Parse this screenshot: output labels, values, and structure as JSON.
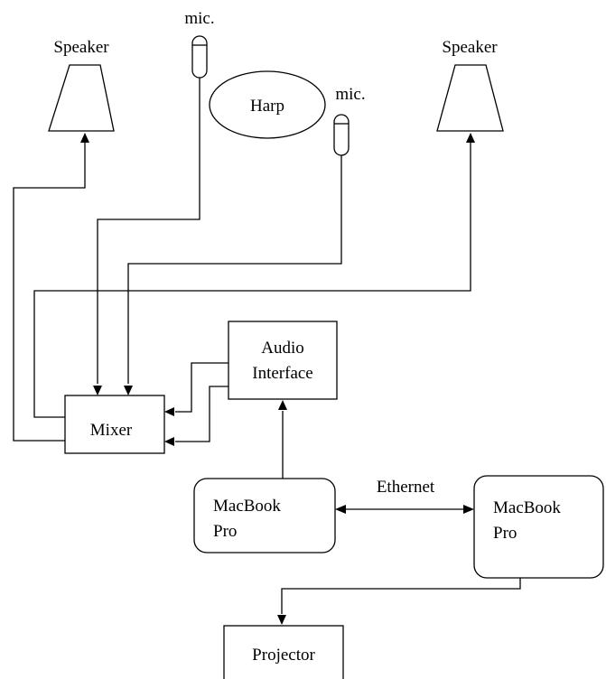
{
  "labels": {
    "speaker_left": "Speaker",
    "speaker_right": "Speaker",
    "mic_left": "mic.",
    "mic_right": "mic.",
    "harp": "Harp",
    "audio_interface_line1": "Audio",
    "audio_interface_line2": "Interface",
    "mixer": "Mixer",
    "macbook_left_line1": "MacBook",
    "macbook_left_line2": "Pro",
    "macbook_right_line1": "MacBook",
    "macbook_right_line2": "Pro",
    "ethernet": "Ethernet",
    "projector": "Projector"
  }
}
